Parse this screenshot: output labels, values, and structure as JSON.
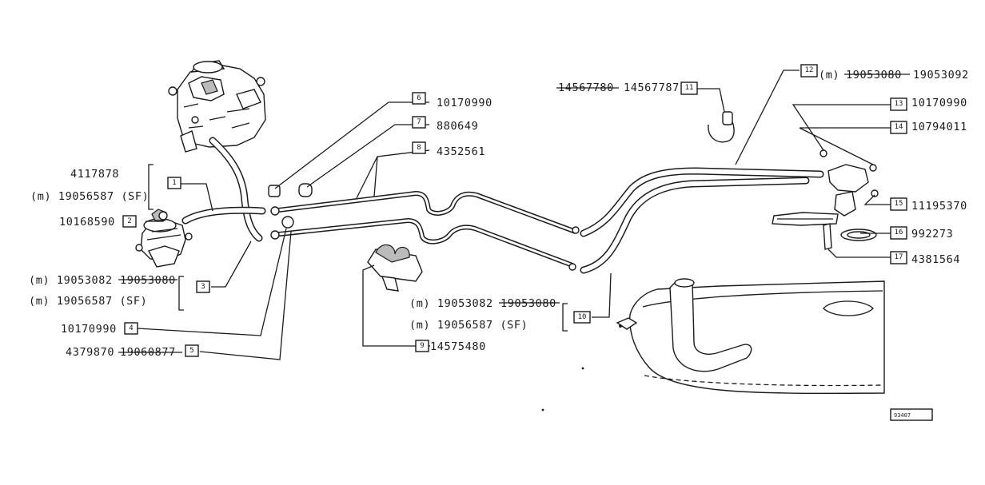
{
  "diagram": {
    "footer_code": "93407",
    "callouts": [
      {
        "id": "1",
        "number": "1",
        "lines": [
          {
            "text": "4117878"
          },
          {
            "text": "(m) 19056587 (SF)"
          }
        ]
      },
      {
        "id": "2",
        "number": "2",
        "lines": [
          {
            "text": "10168590"
          }
        ]
      },
      {
        "id": "3",
        "number": "3",
        "lines": [
          {
            "text": "(m) 19053082",
            "old": "19053080"
          },
          {
            "text": "(m) 19056587 (SF)"
          }
        ]
      },
      {
        "id": "4",
        "number": "4",
        "lines": [
          {
            "text": "10170990"
          }
        ]
      },
      {
        "id": "5",
        "number": "5",
        "lines": [
          {
            "text": "4379870",
            "old": "19060877"
          }
        ]
      },
      {
        "id": "6",
        "number": "6",
        "lines": [
          {
            "text": "10170990"
          }
        ]
      },
      {
        "id": "7",
        "number": "7",
        "lines": [
          {
            "text": "880649"
          }
        ]
      },
      {
        "id": "8",
        "number": "8",
        "lines": [
          {
            "text": "4352561"
          }
        ]
      },
      {
        "id": "9",
        "number": "9",
        "lines": [
          {
            "text": "14575480"
          }
        ]
      },
      {
        "id": "10",
        "number": "10",
        "lines": [
          {
            "text": "(m) 19053082",
            "old": "19053080"
          },
          {
            "text": "(m) 19056587 (SF)"
          }
        ]
      },
      {
        "id": "11",
        "number": "11",
        "lines": [
          {
            "old": "14567780",
            "text": "14567787"
          }
        ]
      },
      {
        "id": "12",
        "number": "12",
        "lines": [
          {
            "prefix": "(m)",
            "old": "19053080",
            "text": "19053092"
          }
        ]
      },
      {
        "id": "13",
        "number": "13",
        "lines": [
          {
            "text": "10170990"
          }
        ]
      },
      {
        "id": "14",
        "number": "14",
        "lines": [
          {
            "text": "10794011"
          }
        ]
      },
      {
        "id": "15",
        "number": "15",
        "lines": [
          {
            "text": "11195370"
          }
        ]
      },
      {
        "id": "16",
        "number": "16",
        "lines": [
          {
            "text": "992273"
          }
        ]
      },
      {
        "id": "17",
        "number": "17",
        "lines": [
          {
            "text": "4381564"
          }
        ]
      }
    ]
  }
}
